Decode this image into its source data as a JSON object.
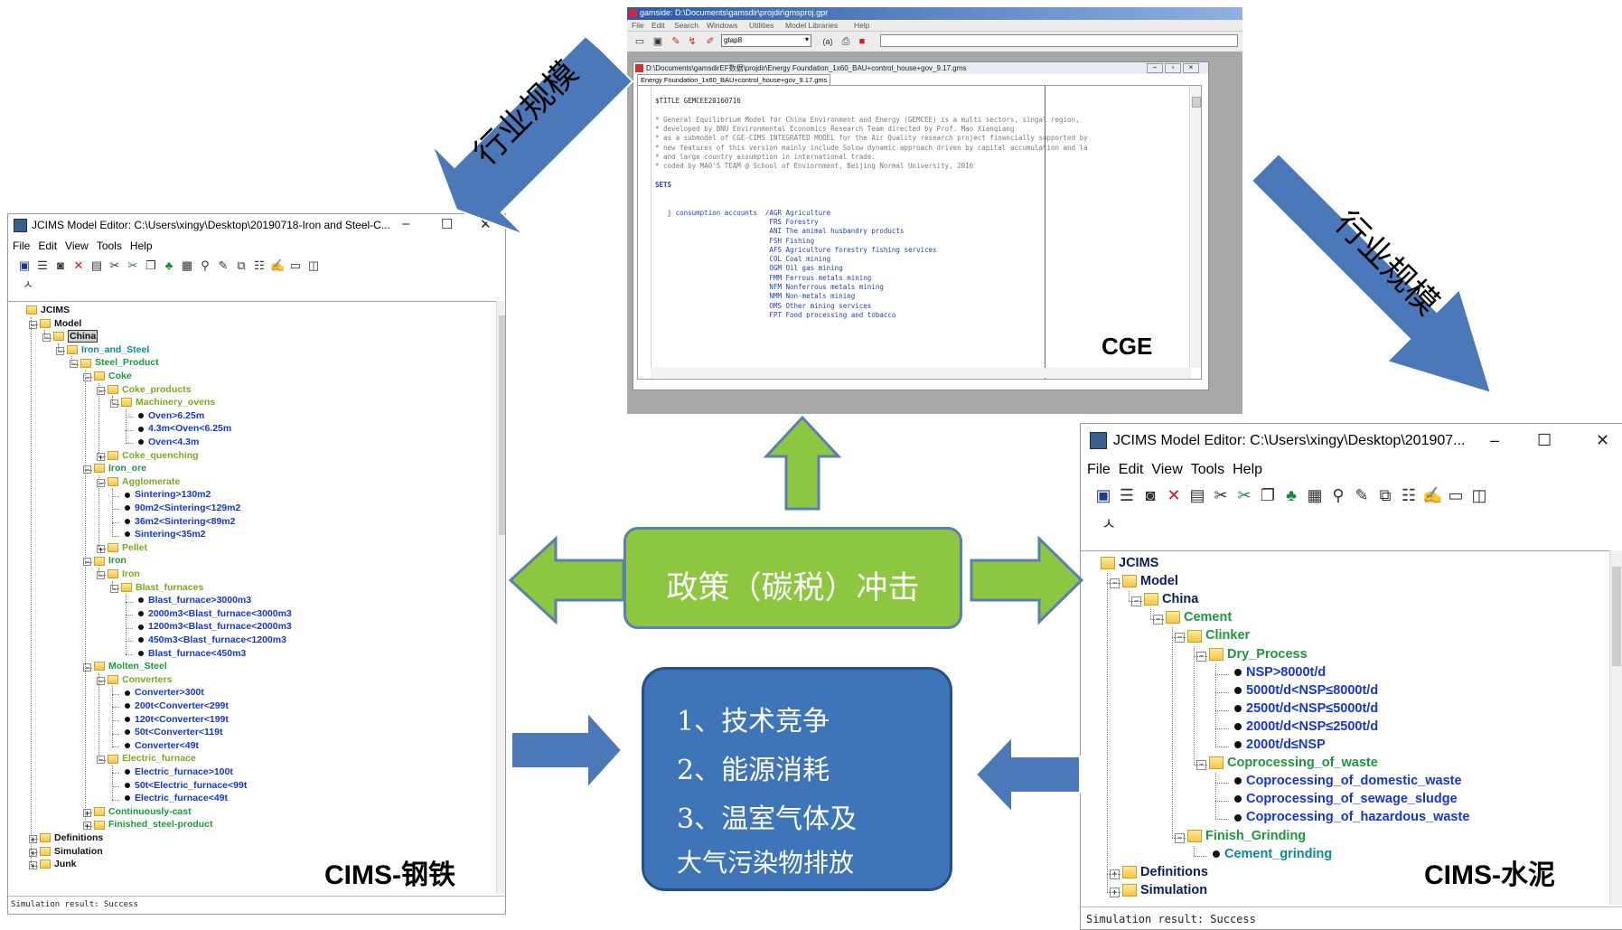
{
  "colors": {
    "green_shape": "#8dc63f",
    "blue_shape": "#3e74b8",
    "arrow_blue": "#4a78b8",
    "teal_text": "#0a8a95",
    "green_text": "#1a9a3a",
    "blue_text": "#1535d8"
  },
  "labels": {
    "scale_left": "行业规模",
    "scale_right": "行业规模",
    "cims_steel": "CIMS-钢铁",
    "cims_cement": "CIMS-水泥",
    "cge": "CGE"
  },
  "center": {
    "policy_box": "政策（碳税）冲击",
    "outputs": [
      "1、技术竞争",
      "2、能源消耗",
      "3、温室气体及",
      "大气污染物排放"
    ]
  },
  "steel_window": {
    "title": "JCIMS Model Editor:  C:\\Users\\xingy\\Desktop\\20190718-Iron and Steel-C...",
    "menu": [
      "File",
      "Edit",
      "View",
      "Tools",
      "Help"
    ],
    "tree": [
      "JCIMS",
      "Model",
      "China",
      "Iron_and_Steel",
      "Steel_Product",
      "Coke",
      "Coke_products",
      "Machinery_ovens",
      "Oven>6.25m",
      "4.3m<Oven<6.25m",
      "Oven<4.3m",
      "Coke_quenching",
      "Iron_ore",
      "Agglomerate",
      "Sintering>130m2",
      "90m2<Sintering<129m2",
      "36m2<Sintering<89m2",
      "Sintering<35m2",
      "Pellet",
      "Iron",
      "Iron",
      "Blast_furnaces",
      "Blast_furnace>3000m3",
      "2000m3<Blast_furnace<3000m3",
      "1200m3<Blast_furnace<2000m3",
      "450m3<Blast_furnace<1200m3",
      "Blast_furnace<450m3",
      "Molten_Steel",
      "Converters",
      "Converter>300t",
      "200t<Converter<299t",
      "120t<Converter<199t",
      "50t<Converter<119t",
      "Converter<49t",
      "Electric_furnace",
      "Electric_furnace>100t",
      "50t<Electric_furnace<99t",
      "Electric_furnace<49t",
      "Continuously-cast",
      "Finished_steel-product",
      "Definitions",
      "Simulation",
      "Junk"
    ],
    "status": "Simulation result: Success"
  },
  "cement_window": {
    "title": "JCIMS Model Editor:  C:\\Users\\xingy\\Desktop\\201907...",
    "menu": [
      "File",
      "Edit",
      "View",
      "Tools",
      "Help"
    ],
    "tree": [
      "JCIMS",
      "Model",
      "China",
      "Cement",
      "Clinker",
      "Dry_Process",
      "NSP>8000t/d",
      "5000t/d<NSP≤8000t/d",
      "2500t/d<NSP≤5000t/d",
      "2000t/d<NSP≤2500t/d",
      "2000t/d≤NSP",
      "Coprocessing_of_waste",
      "Coprocessing_of_domestic_waste",
      "Coprocessing_of_sewage_sludge",
      "Coprocessing_of_hazardous_waste",
      "Finish_Grinding",
      "Cement_grinding",
      "Definitions",
      "Simulation"
    ],
    "status": "Simulation result: Success"
  },
  "gams_window": {
    "title": "gamside: D:\\Documents\\gamsdir\\projdir\\gmsproj.gpr",
    "menu": [
      "File",
      "Edit",
      "Search",
      "Windows",
      "Utilities",
      "Model Libraries",
      "Help"
    ],
    "dropdown": "gtap8",
    "doc_title": "D:\\Documents\\gamsdirEF数据\\projdir\\Energy Foundation_1x60_BAU+control_house+gov_9.17.gms",
    "doc_tab": "Energy Foundation_1x60_BAU+control_house+gov_9.17.gms",
    "code_lines": [
      "$TITLE GEMCEE20160716",
      "",
      "* General Equilibrium Model for China Environment and Energy (GEMCEE) is a multi sectors, singal region, ",
      "* developed by BNU Environmental Economics Research Team directed by Prof. Mao Xianqiang",
      "* as a submodel of CGE-CIMS INTEGRATED MODEL for the Air Quality research project financially supported by",
      "* new features of this version mainly include Solow dynamic approach driven by capital accumulation and la",
      "* and large country assumption in international trade.",
      "* coded by MAO'S TEAM @ School of Enviornment, Beijing Normal University, 2016",
      "",
      "SETS",
      "",
      "",
      "   j consumption accounts  /AGR Agriculture",
      "                            FRS Forestry",
      "                            ANI The animal husbandry products",
      "                            FSH Fishing",
      "                            AFS Agriculture forestry fishing services",
      "                            COL Coal mining",
      "                            OGM Oil gas mining",
      "                            FMM Ferrous metals mining",
      "                            NFM Nonferrous metals mining",
      "                            NMM Non-metals mining",
      "                            OMS Other mining services",
      "                            FPT Food processing and tobacco"
    ]
  }
}
